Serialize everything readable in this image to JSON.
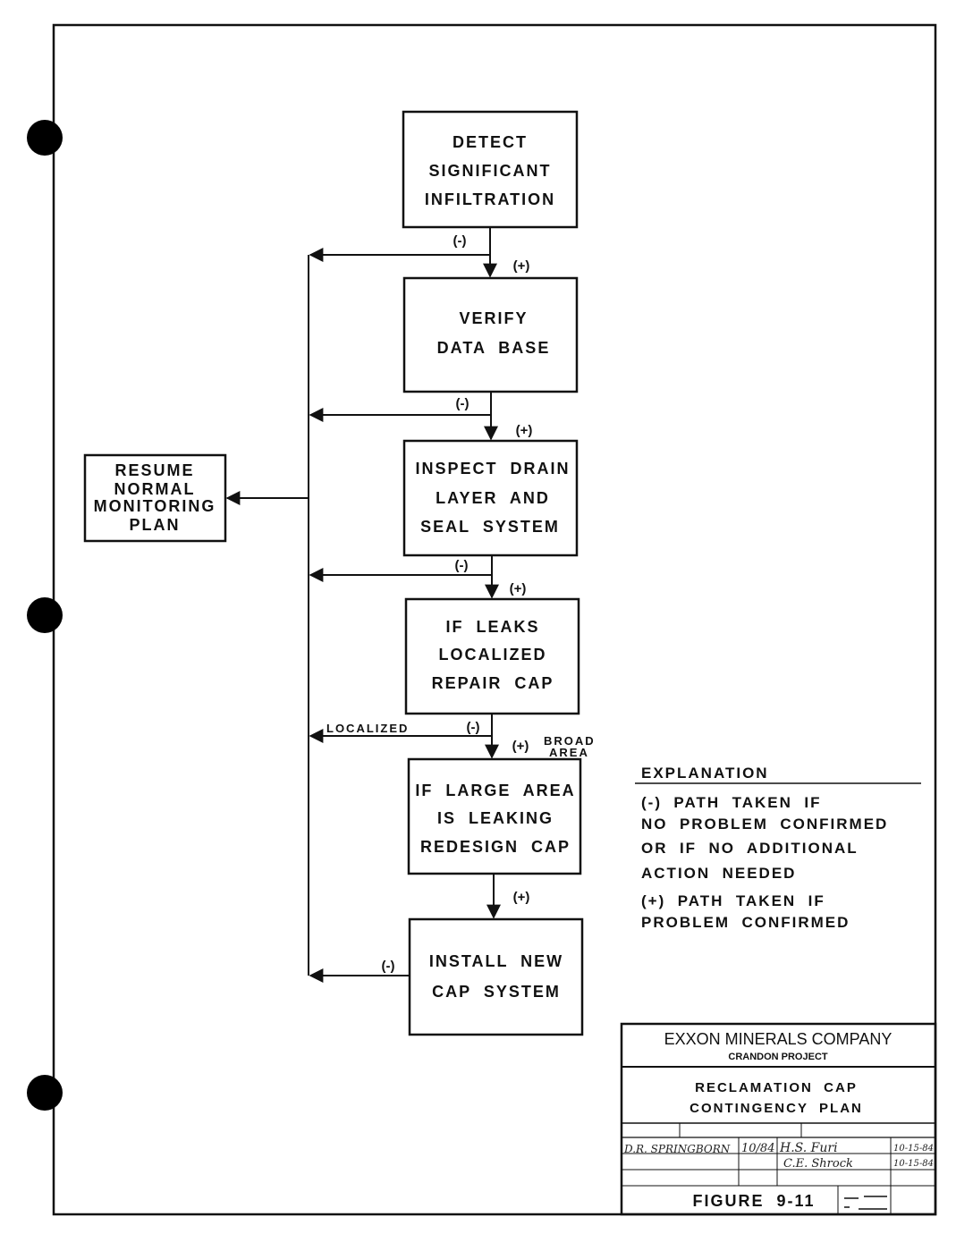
{
  "flow": {
    "detect": [
      "DETECT",
      "SIGNIFICANT",
      "INFILTRATION"
    ],
    "verify": [
      "VERIFY",
      "DATA  BASE"
    ],
    "inspect": [
      "INSPECT  DRAIN",
      "LAYER  AND",
      "SEAL  SYSTEM"
    ],
    "localized": [
      "IF  LEAKS",
      "LOCALIZED",
      "REPAIR  CAP"
    ],
    "large": [
      "IF  LARGE  AREA",
      "IS  LEAKING",
      "REDESIGN  CAP"
    ],
    "install": [
      "INSTALL  NEW",
      "CAP  SYSTEM"
    ],
    "resume": [
      "RESUME",
      "NORMAL",
      "MONITORING",
      "PLAN"
    ],
    "neg": "(-)",
    "pos": "(+)",
    "localized_label": "LOCALIZED",
    "broad_area": [
      "BROAD",
      "AREA"
    ]
  },
  "explanation": {
    "title": "EXPLANATION",
    "neg_lines": [
      "(-)  PATH  TAKEN  IF",
      "NO  PROBLEM  CONFIRMED",
      "OR  IF  NO  ADDITIONAL",
      "ACTION  NEEDED"
    ],
    "pos_lines": [
      "(+)  PATH  TAKEN  IF",
      "PROBLEM  CONFIRMED"
    ]
  },
  "title_block": {
    "company": "EXXON MINERALS COMPANY",
    "project": "CRANDON PROJECT",
    "title_lines": [
      "RECLAMATION  CAP",
      "CONTINGENCY  PLAN"
    ],
    "drawn_by": "D.R. SPRINGBORN",
    "date": "10/84",
    "signature1": "H.S. Furi",
    "signature2": "C.E. Shrock",
    "date_a": "10-15-84",
    "date_b": "10-15-84",
    "figure": "FIGURE  9-11"
  }
}
